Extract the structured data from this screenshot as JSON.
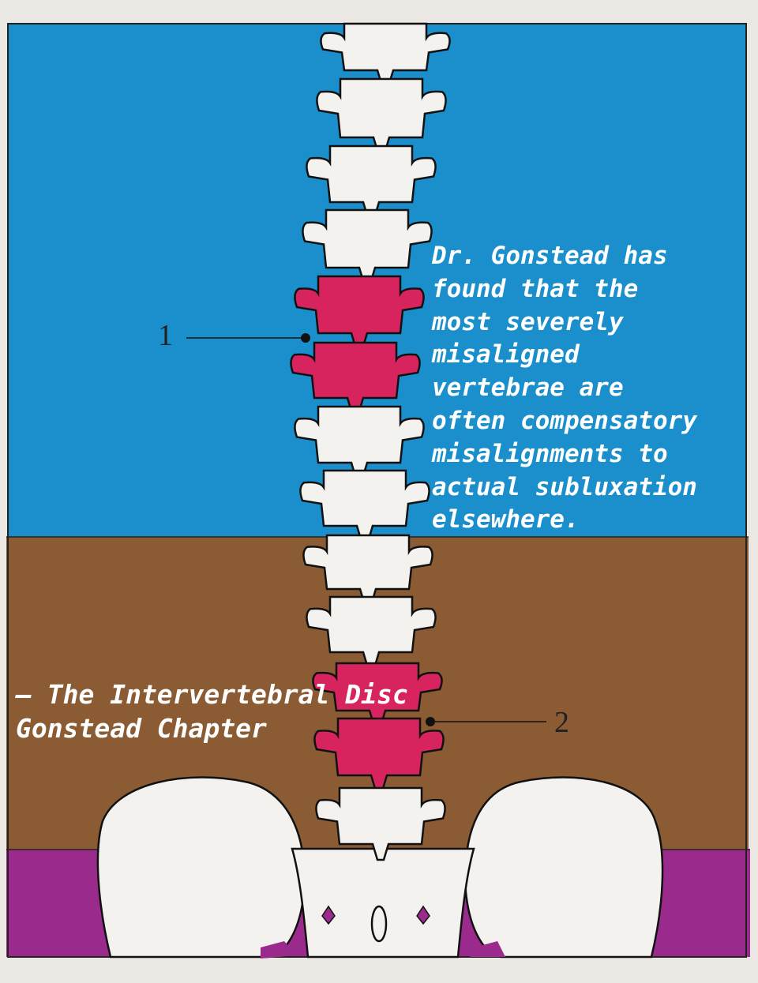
{
  "illustration": {
    "label_1": "1",
    "label_2": "2",
    "colors": {
      "upper_background": "#1a8fcc",
      "middle_background": "#8b5b33",
      "lower_background": "#9a2b8c",
      "vertebra_normal": "#f3f2ee",
      "vertebra_highlighted": "#d8245e",
      "page": "#ebe8e3"
    },
    "vertebrae_highlight": [
      false,
      false,
      false,
      false,
      true,
      true,
      false,
      false,
      false,
      false,
      true,
      true,
      false
    ]
  },
  "quote": {
    "lines": [
      "Dr. Gonstead has",
      "found that the",
      "most severely",
      "misaligned",
      "vertebrae are",
      "often compensatory",
      "misalignments to",
      "actual subluxation",
      "elsewhere."
    ]
  },
  "attribution": {
    "lines": [
      "– The Intervertebral Disc",
      "Gonstead Chapter"
    ]
  }
}
